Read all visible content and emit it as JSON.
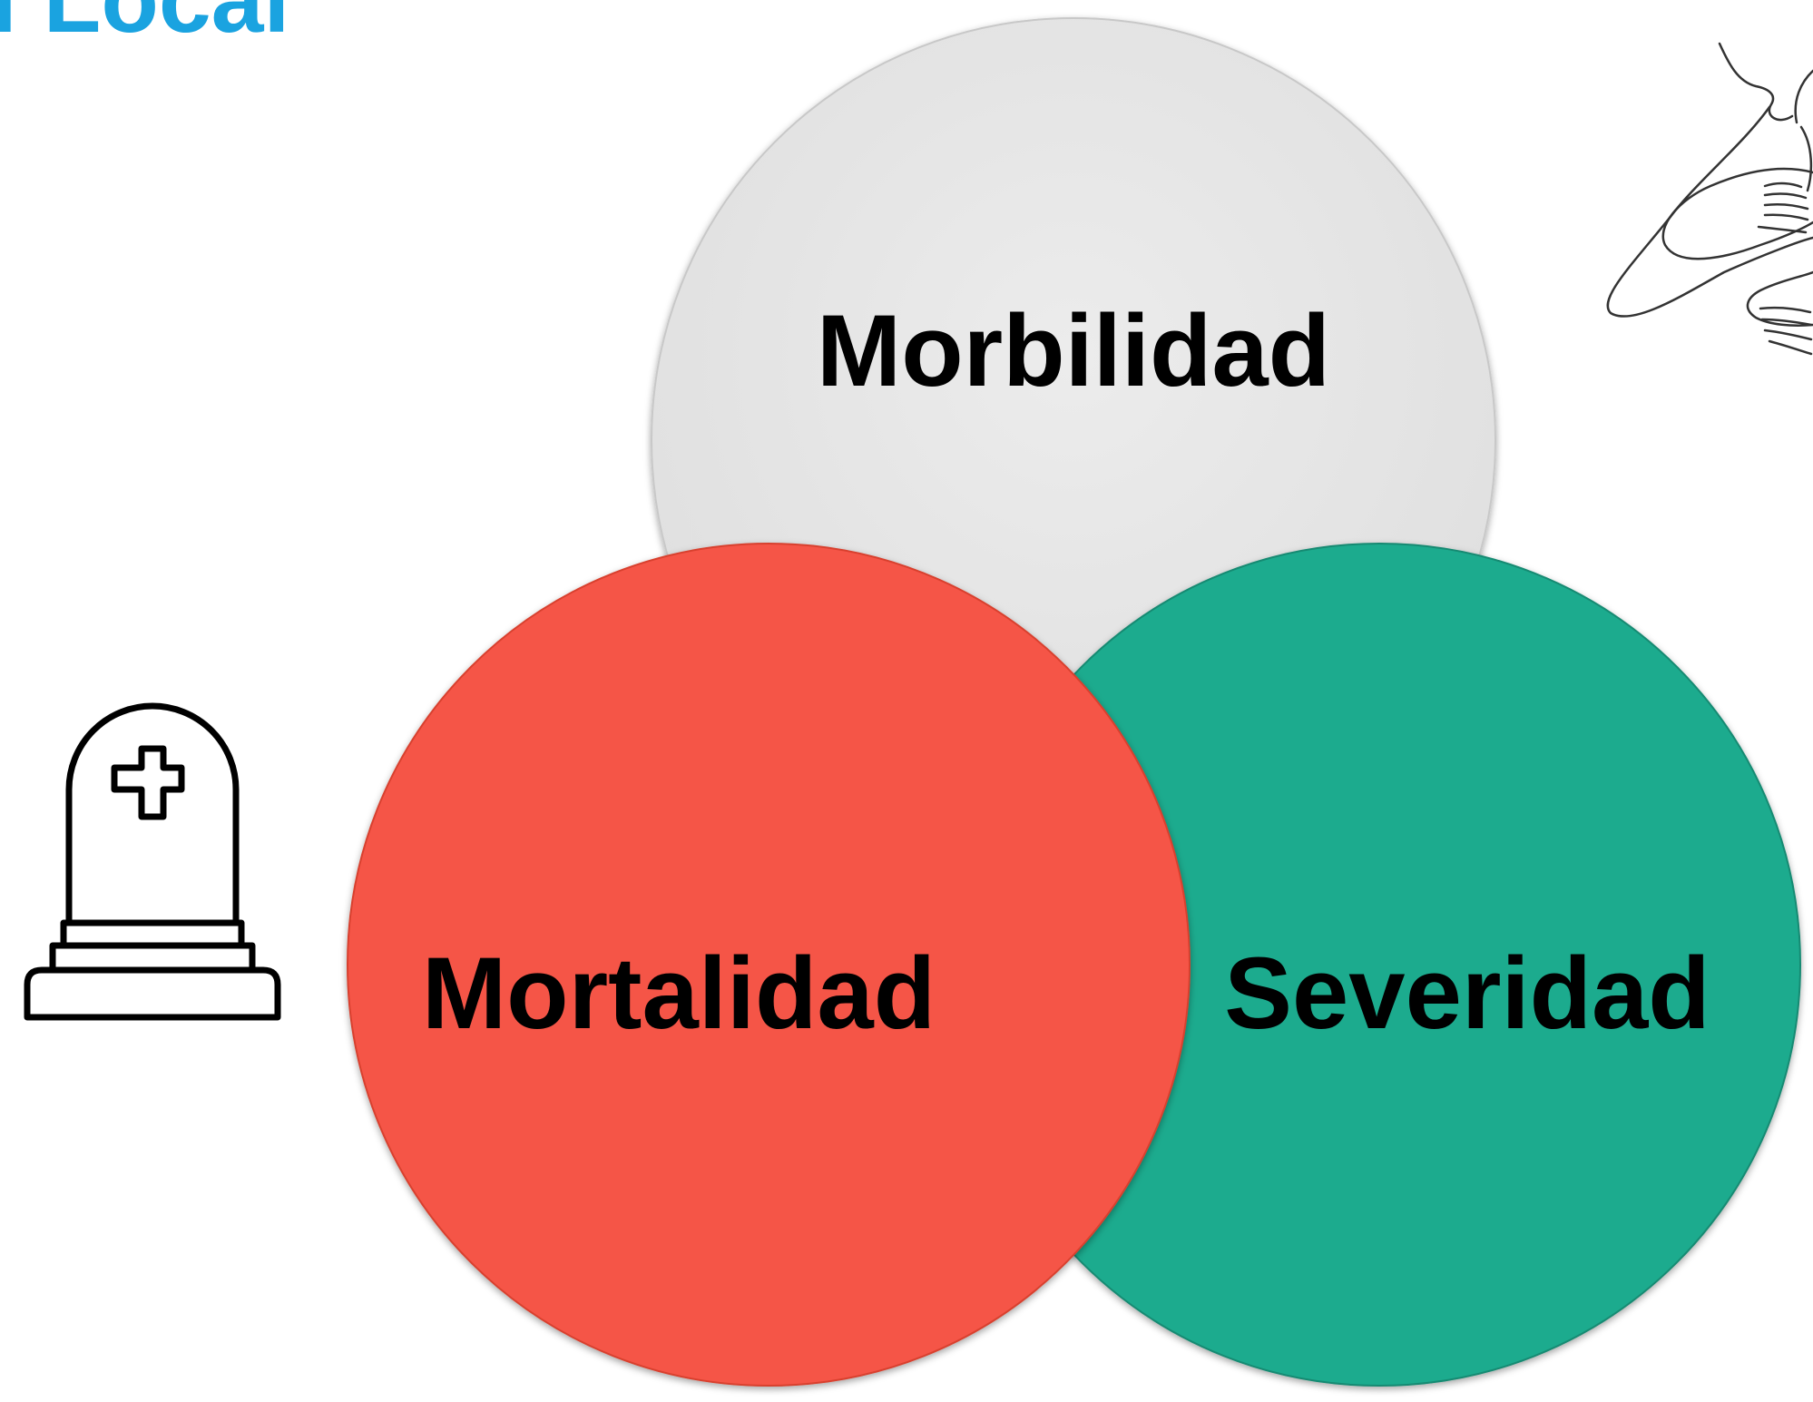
{
  "header": {
    "title_fragment": "ı Local"
  },
  "diagram": {
    "circles": [
      {
        "label": "Morbilidad",
        "color": "#e6e6e6"
      },
      {
        "label": "Mortalidad",
        "color": "#f55446"
      },
      {
        "label": "Severidad",
        "color": "#1dab8e"
      }
    ],
    "icons": [
      {
        "name": "tombstone-cross-icon"
      },
      {
        "name": "hands-on-belly-line-art-icon"
      }
    ]
  }
}
